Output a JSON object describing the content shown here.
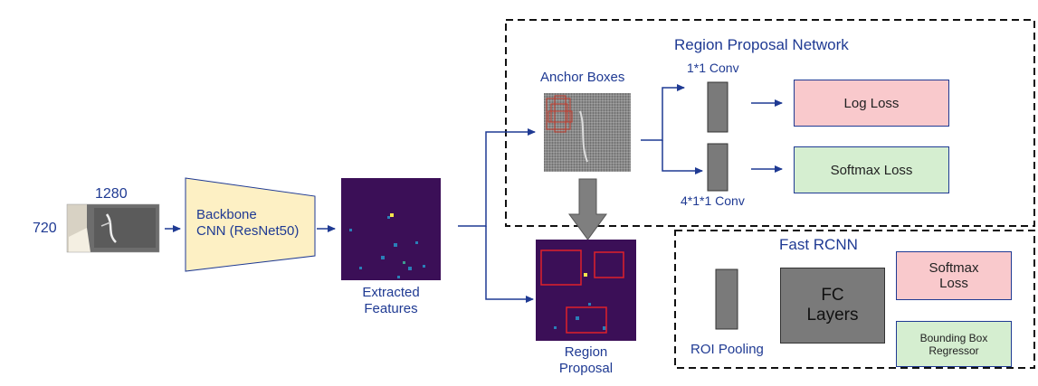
{
  "input": {
    "height_label": "720",
    "width_label": "1280"
  },
  "backbone": {
    "line1": "Backbone",
    "line2": "CNN (ResNet50)"
  },
  "extracted": {
    "line1": "Extracted",
    "line2": "Features"
  },
  "rpn": {
    "title": "Region Proposal Network",
    "anchor_label": "Anchor Boxes",
    "conv_top_label": "1*1 Conv",
    "conv_bottom_label": "4*1*1 Conv",
    "log_loss_label": "Log Loss",
    "softmax_loss_label": "Softmax Loss"
  },
  "region_proposal": {
    "line1": "Region",
    "line2": "Proposal"
  },
  "fast_rcnn": {
    "title": "Fast RCNN",
    "roi_label": "ROI Pooling",
    "fc_line1": "FC",
    "fc_line2": "Layers",
    "softmax_line1": "Softmax",
    "softmax_line2": "Loss",
    "bbox_line1": "Bounding Box",
    "bbox_line2": "Regressor"
  },
  "colors": {
    "label_blue": "#1f3a93",
    "arrow": "#1f3a93",
    "backbone_fill": "#fdf0c4",
    "feature_map": "#3b0f57",
    "conv_gray": "#7a7a7a",
    "pink_box": "#f9c9cc",
    "green_box": "#d5eed0"
  }
}
